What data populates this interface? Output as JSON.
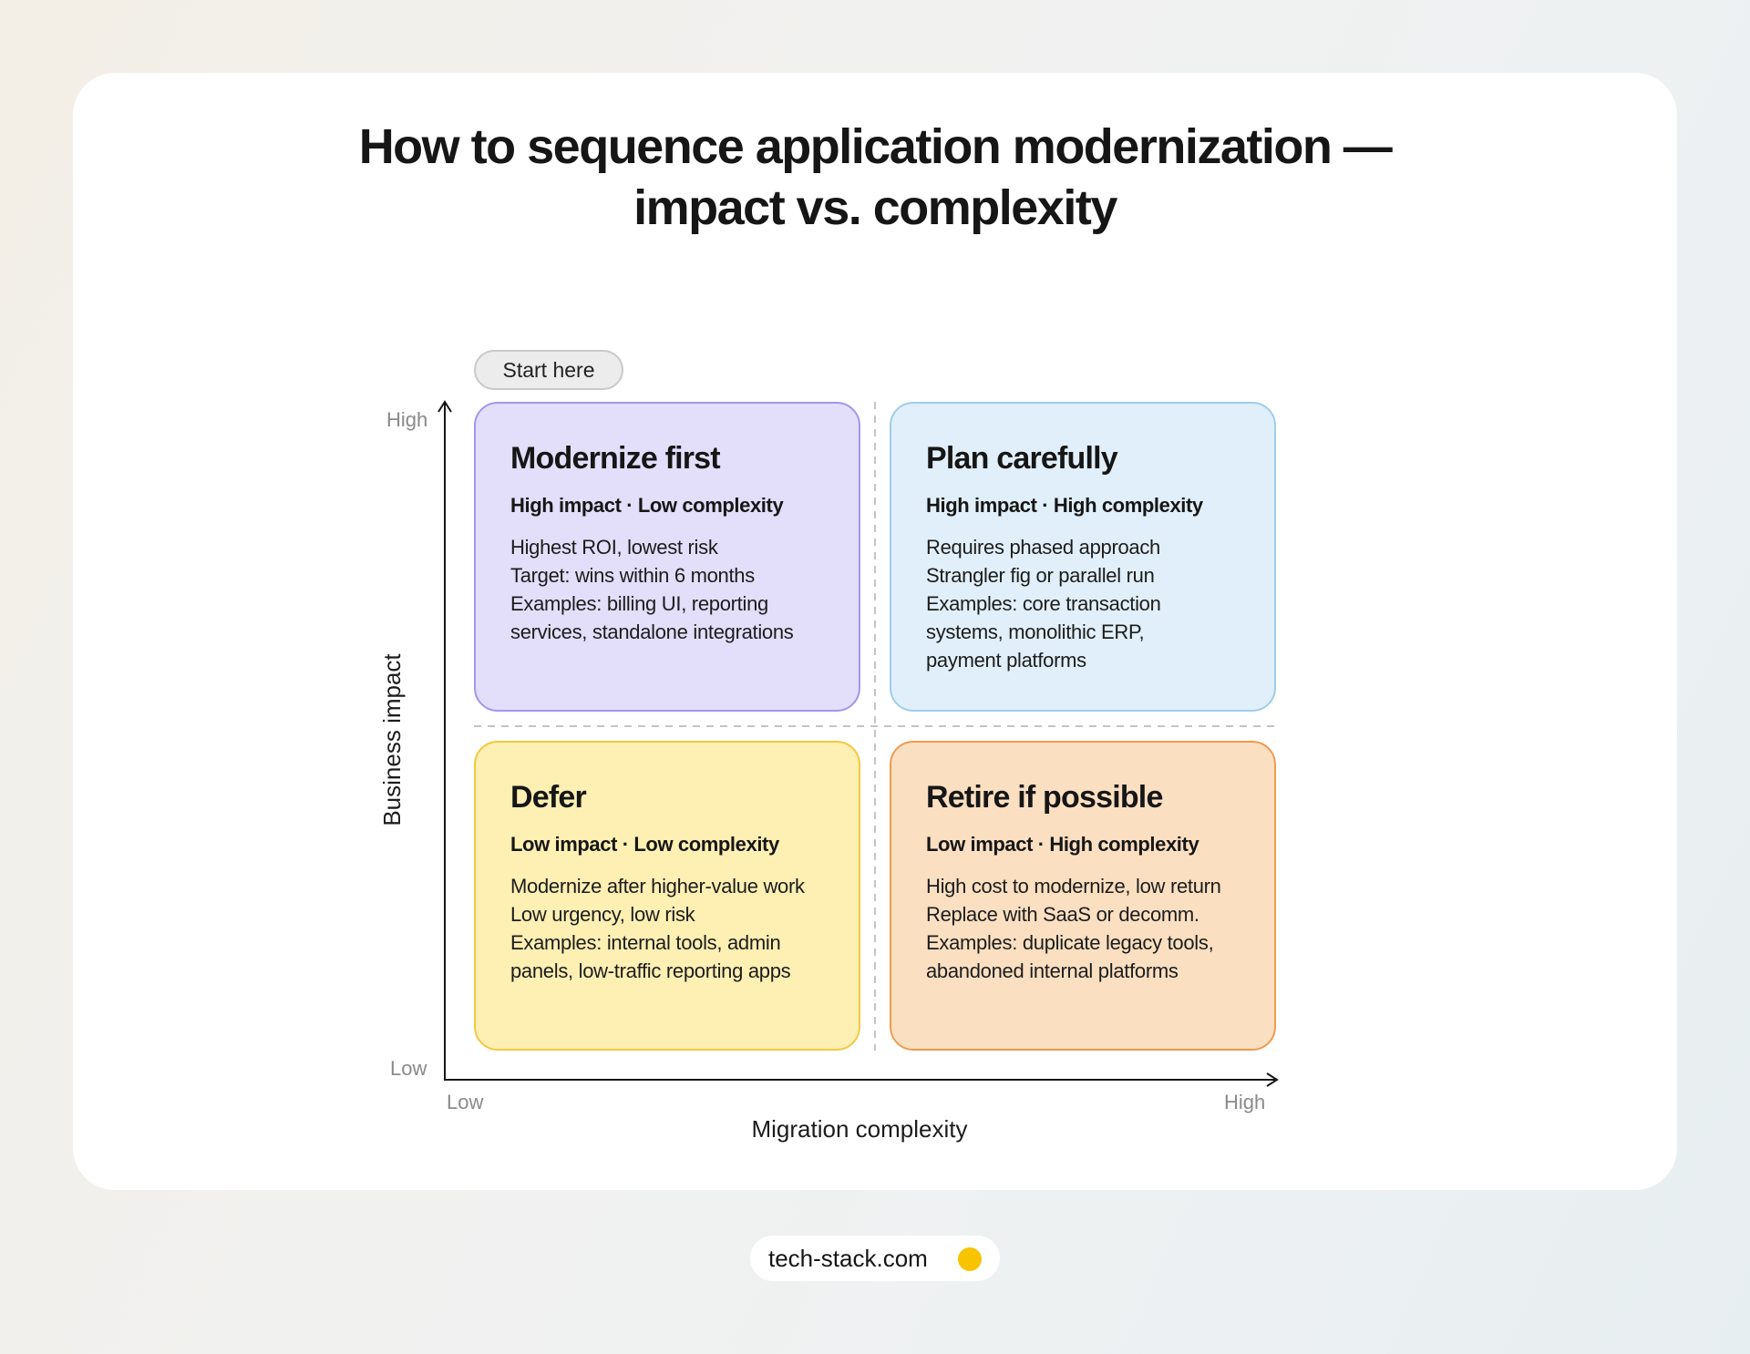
{
  "title_lines": [
    "How to sequence application modernization —",
    "impact vs. complexity"
  ],
  "start_label": "Start here",
  "axes": {
    "y_label": "Business impact",
    "x_label": "Migration complexity",
    "y_high": "High",
    "y_low": "Low",
    "x_low": "Low",
    "x_high": "High"
  },
  "quadrants": [
    {
      "title": "Modernize first",
      "subtitle": "High impact · Low complexity",
      "lines": [
        "Highest ROI, lowest risk",
        "Target: wins within 6 months",
        "Examples: billing UI, reporting",
        "services, standalone integrations"
      ],
      "fill": "#e3defa",
      "border": "#a496ec"
    },
    {
      "title": "Plan carefully",
      "subtitle": "High impact · High complexity",
      "lines": [
        "Requires phased approach",
        "Strangler fig or parallel run",
        "Examples: core transaction",
        "systems, monolithic ERP,",
        "payment platforms"
      ],
      "fill": "#e0eff9",
      "border": "#9fcdec"
    },
    {
      "title": "Defer",
      "subtitle": "Low impact · Low complexity",
      "lines": [
        "Modernize after higher-value work",
        "Low urgency, low risk",
        "Examples: internal tools, admin",
        "panels, low-traffic reporting apps"
      ],
      "fill": "#feefb3",
      "border": "#f3c83f"
    },
    {
      "title": "Retire if possible",
      "subtitle": "Low impact · High complexity",
      "lines": [
        "High cost to modernize, low return",
        "Replace with SaaS or decomm.",
        "Examples: duplicate legacy tools,",
        "abandoned internal platforms"
      ],
      "fill": "#fbdfc1",
      "border": "#ef9b51"
    }
  ],
  "footer": {
    "site": "tech-stack.com",
    "dot_color": "#f8c400"
  }
}
